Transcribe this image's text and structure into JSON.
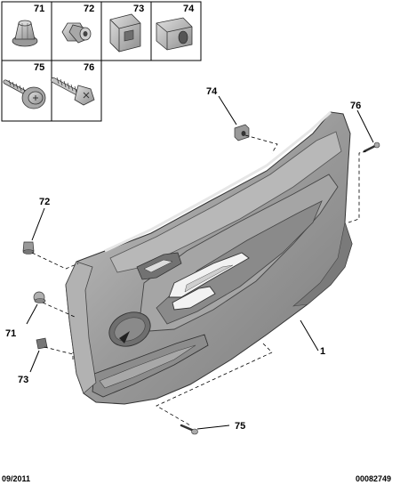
{
  "legend": {
    "cells": [
      {
        "id": "71",
        "icon": "push-rivet-icon"
      },
      {
        "id": "72",
        "icon": "hex-rivet-icon"
      },
      {
        "id": "73",
        "icon": "square-clip-icon"
      },
      {
        "id": "74",
        "icon": "cable-clip-icon"
      },
      {
        "id": "75",
        "icon": "screw-with-washer-icon"
      },
      {
        "id": "76",
        "icon": "self-tapping-screw-icon"
      }
    ]
  },
  "callouts": {
    "c74": "74",
    "c76": "76",
    "c72": "72",
    "c71": "71",
    "c73": "73",
    "c75": "75",
    "c1": "1"
  },
  "footer": {
    "date": "09/2011",
    "ref": "00082749"
  },
  "colors": {
    "panel_fill": "#9c9c9c",
    "panel_dark": "#7a7a7a",
    "panel_light": "#c4c4c4",
    "part_fill": "#b5b5b5"
  }
}
